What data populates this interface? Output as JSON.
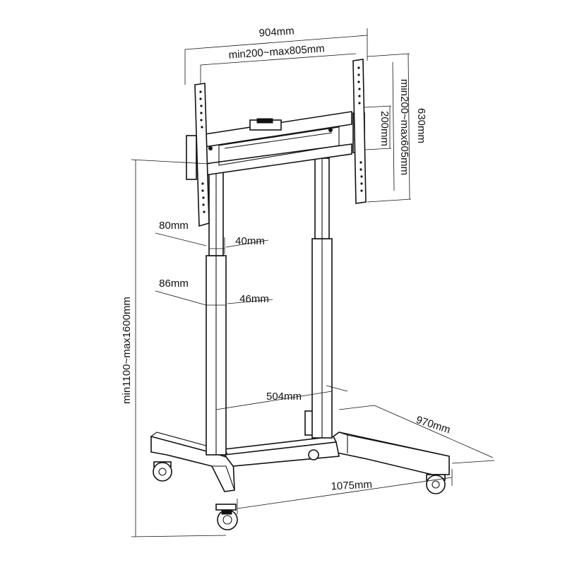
{
  "dimensions": {
    "overall_width": "904mm",
    "vesa_horizontal": "min200~max805mm",
    "overall_height_bracket": "630mm",
    "vesa_vertical": "min200~max605mm",
    "crossbar_height": "200mm",
    "upper_column_depth": "80mm",
    "upper_column_width": "40mm",
    "lower_column_depth": "86mm",
    "lower_column_width": "46mm",
    "column_spacing": "504mm",
    "base_depth": "970mm",
    "base_width": "1075mm",
    "height_range": "min1100~max1600mm"
  },
  "colors": {
    "line": "#111111",
    "background": "#ffffff"
  }
}
